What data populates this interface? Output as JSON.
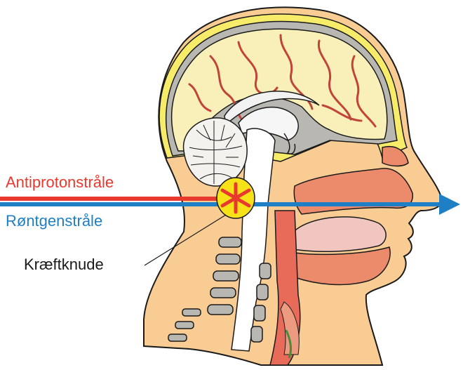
{
  "labels": {
    "antiproton": "Antiprotonstråle",
    "xray": "Røntgenstråle",
    "tumor": "Kræftknude"
  },
  "colors": {
    "antiproton_beam": "#e8392f",
    "xray_beam": "#1f7fc4",
    "tumor_fill": "#f7e21a",
    "tumor_star": "#e8392f",
    "skin": "#f8cc93",
    "brain": "#f8f0b8",
    "fat_yellow": "#f6ec6a",
    "sinus_red": "#ec8a6c",
    "vessels": "#c1443a",
    "outline": "#1a1a1a"
  },
  "icons": {
    "beam_arrow": "arrow-right-icon",
    "tumor_marker": "asterisk-icon"
  }
}
